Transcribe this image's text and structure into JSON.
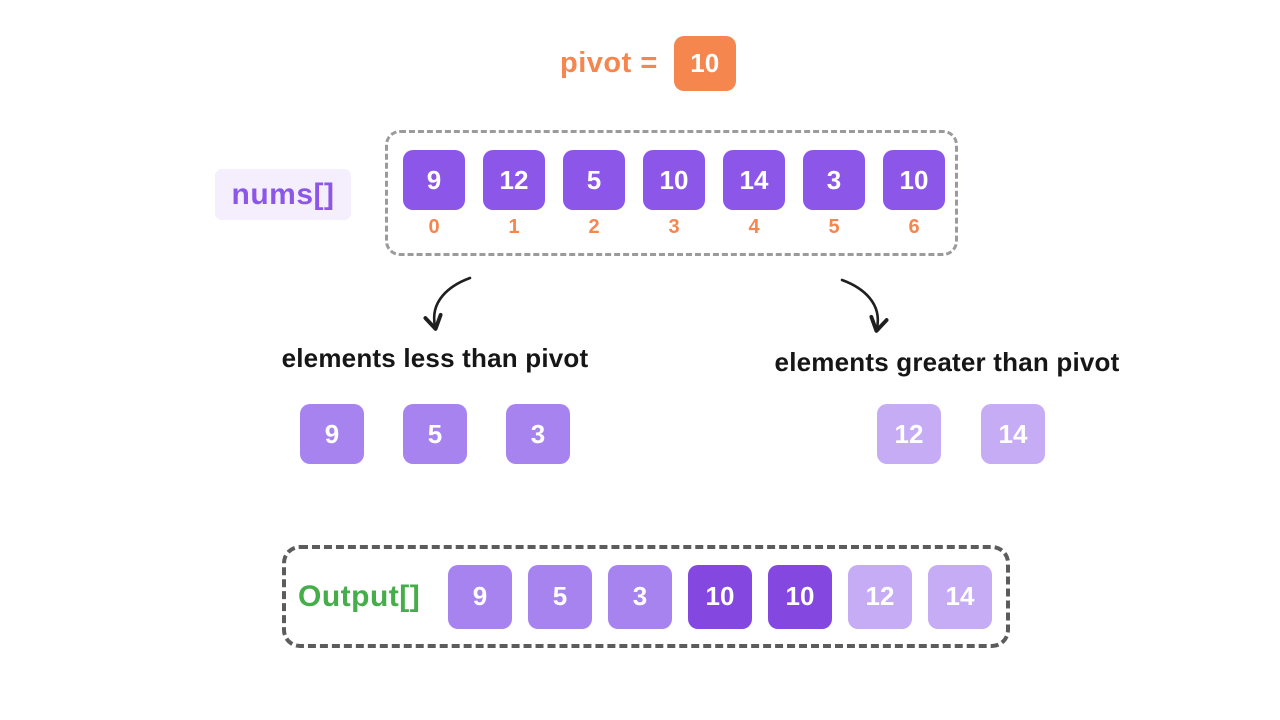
{
  "pivot": {
    "label": "pivot =",
    "value": "10"
  },
  "nums": {
    "label": "nums[]",
    "cells": [
      {
        "value": "9",
        "index": "0"
      },
      {
        "value": "12",
        "index": "1"
      },
      {
        "value": "5",
        "index": "2"
      },
      {
        "value": "10",
        "index": "3"
      },
      {
        "value": "14",
        "index": "4"
      },
      {
        "value": "3",
        "index": "5"
      },
      {
        "value": "10",
        "index": "6"
      }
    ]
  },
  "partitions": {
    "less": {
      "caption": "elements less than pivot",
      "values": [
        "9",
        "5",
        "3"
      ]
    },
    "greater": {
      "caption": "elements greater than pivot",
      "values": [
        "12",
        "14"
      ]
    }
  },
  "output": {
    "label": "Output[]",
    "cells": [
      {
        "value": "9",
        "tone": "purple_mid"
      },
      {
        "value": "5",
        "tone": "purple_mid"
      },
      {
        "value": "3",
        "tone": "purple_mid"
      },
      {
        "value": "10",
        "tone": "purple_dark"
      },
      {
        "value": "10",
        "tone": "purple_dark"
      },
      {
        "value": "12",
        "tone": "purple_light"
      },
      {
        "value": "14",
        "tone": "purple_light"
      }
    ]
  },
  "colors": {
    "orange": "#F5864E",
    "purple_primary": "#8C57E8",
    "purple_dark": "#8448E0",
    "purple_mid": "#A783F0",
    "purple_light": "#C5ACF4",
    "label_bg": "#F4EEFD",
    "green": "#45AD49",
    "dash_gray": "#9B9B9B",
    "dash_dark": "#5C5C5C",
    "text_dark": "#161616",
    "arrow": "#1F1F1F"
  }
}
